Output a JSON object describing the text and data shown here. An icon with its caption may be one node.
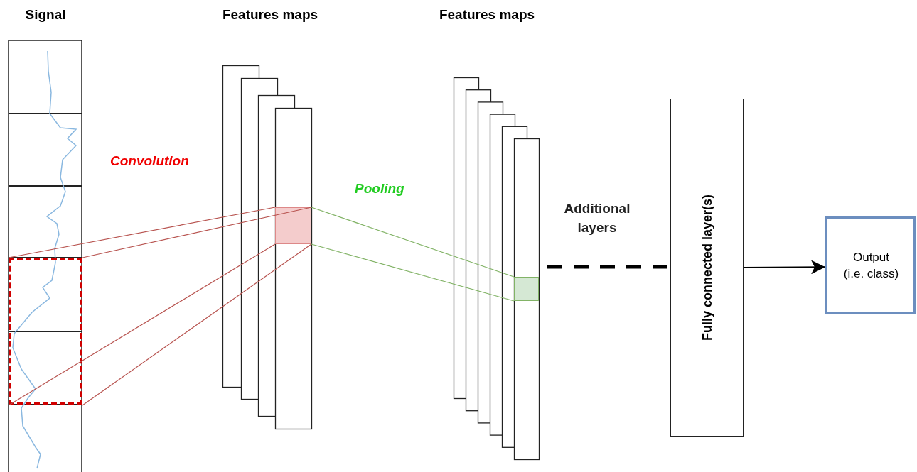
{
  "diagram": {
    "nodes": [
      {
        "text": [
          "Signal"
        ]
      },
      {
        "text": [],
        "shape": "box",
        "in": 0
      },
      {
        "text": [
          "Features maps"
        ]
      },
      {
        "text": [],
        "shape": "box",
        "in": 2
      },
      {
        "text": [
          "Features maps"
        ]
      },
      {
        "text": [],
        "shape": "box",
        "in": 4
      },
      {
        "text": [
          "Fully connected layer(s)"
        ]
      },
      {
        "text": [
          "Output (i.e. class)"
        ]
      }
    ],
    "edges": [
      {
        "from": 1,
        "to": 3,
        "arrow": "none",
        "color": "#b85450"
      },
      {
        "from": 1,
        "to": 3,
        "arrow": "none",
        "color": "#b85450"
      },
      {
        "from": 1,
        "to": 3,
        "arrow": "none",
        "color": "#b85450"
      },
      {
        "from": 1,
        "to": 3,
        "arrow": "none",
        "color": "#b85450"
      },
      {
        "from": 3,
        "to": 5,
        "arrow": "none",
        "color": "#82b366"
      },
      {
        "from": 3,
        "to": 5,
        "arrow": "none",
        "color": "#82b366"
      },
      {
        "from": 4,
        "to": 6,
        "arrow": "none",
        "style": "dashed",
        "color": "#000000"
      },
      {
        "from": 6,
        "to": 7,
        "arrow": "to",
        "color": "#000000"
      }
    ],
    "labels": [
      "Convolution",
      "Pooling",
      "Additional layers"
    ]
  }
}
